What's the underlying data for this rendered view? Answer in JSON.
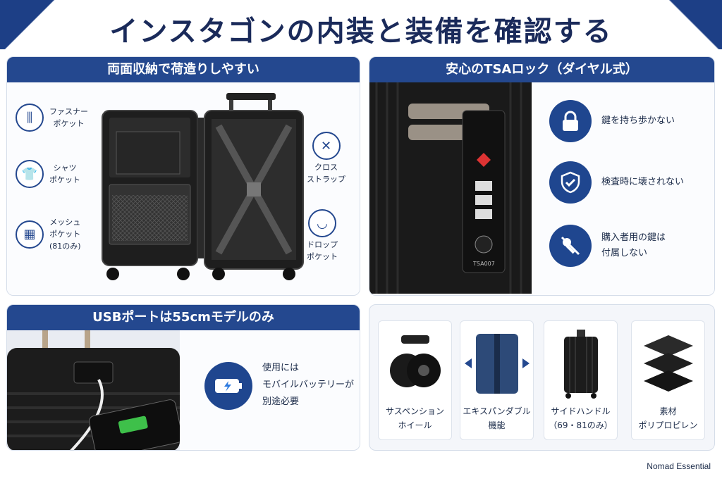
{
  "title": "インスタゴンの内装と装備を確認する",
  "storage": {
    "header": "両面収納で荷造りしやすい",
    "callouts": [
      {
        "label": "ファスナー\nポケット",
        "icon": "zipper-icon"
      },
      {
        "label": "シャツ\nポケット",
        "icon": "shirt-icon"
      },
      {
        "label": "メッシュ\nポケット\n(81のみ)",
        "icon": "mesh-icon"
      },
      {
        "label": "クロス\nストラップ",
        "icon": "cross-strap-icon"
      },
      {
        "label": "ドロップ\nポケット",
        "icon": "drop-pocket-icon"
      }
    ]
  },
  "tsa": {
    "header": "安心のTSAロック（ダイヤル式）",
    "lock_label": "TSA007",
    "items": [
      {
        "label": "鍵を持ち歩かない",
        "icon": "lock-icon"
      },
      {
        "label": "検査時に壊されない",
        "icon": "shield-check-icon"
      },
      {
        "label": "購入者用の鍵は\n付属しない",
        "icon": "no-key-icon"
      }
    ]
  },
  "usb": {
    "header": "USBポートは55cmモデルのみ",
    "note": "使用には\nモバイルバッテリーが\n別途必要",
    "icon": "battery-icon"
  },
  "features": [
    {
      "label": "サスペンション\nホイール",
      "icon": "wheel-icon"
    },
    {
      "label": "エキスパンダブル\n機能",
      "icon": "expandable-icon"
    },
    {
      "label": "サイドハンドル\n（69・81のみ）",
      "icon": "side-handle-icon"
    },
    {
      "label": "素材\nポリプロピレン",
      "icon": "material-icon"
    }
  ],
  "brand": "Nomad Essential",
  "colors": {
    "accent": "#24488f",
    "title": "#1a2a5a",
    "panel_bg": "#f2f5fa"
  }
}
